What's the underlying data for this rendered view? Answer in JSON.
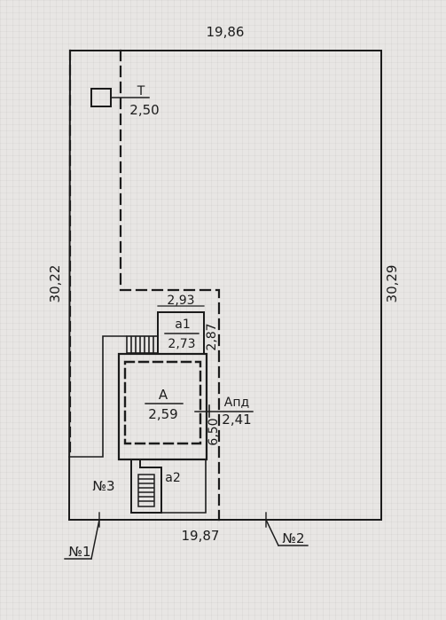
{
  "plot": {
    "top_length": "19,86",
    "bottom_length": "19,87",
    "left_length": "30,22",
    "right_length": "30,29"
  },
  "toilet": {
    "code": "Т",
    "height": "2,50"
  },
  "building_a": {
    "code": "А",
    "height": "2,59",
    "width_dim": "6,50"
  },
  "annex_a1": {
    "code": "а1",
    "height": "2,73",
    "width_dim": "2,93",
    "side_dim": "2,87"
  },
  "annex_a2": {
    "code": "а2"
  },
  "porch": {
    "code": "Апд",
    "height": "2,41"
  },
  "labels": {
    "no1": "№1",
    "no2": "№2",
    "no3": "№3"
  },
  "colors": {
    "ink": "#1c1c1c",
    "paper": "#e8e6e4"
  }
}
